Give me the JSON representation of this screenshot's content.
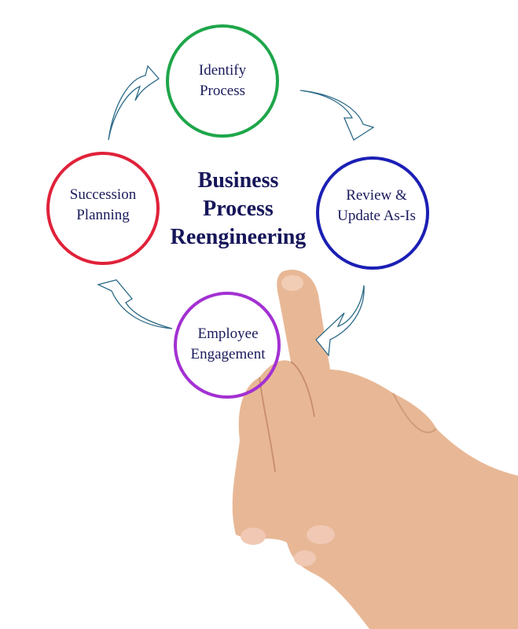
{
  "title": {
    "line1": "Business",
    "line2": "Process",
    "line3": "Reengineering"
  },
  "steps": [
    {
      "line1": "Identify",
      "line2": "Process",
      "color": "#1ea64a"
    },
    {
      "line1": "Review &",
      "line2": "Update As-Is",
      "color": "#1b1fb5"
    },
    {
      "line1": "Employee",
      "line2": "Engagement",
      "color": "#a330d2"
    },
    {
      "line1": "Succession",
      "line2": "Planning",
      "color": "#e0223a"
    }
  ],
  "arrow_color": "#2c6a88"
}
